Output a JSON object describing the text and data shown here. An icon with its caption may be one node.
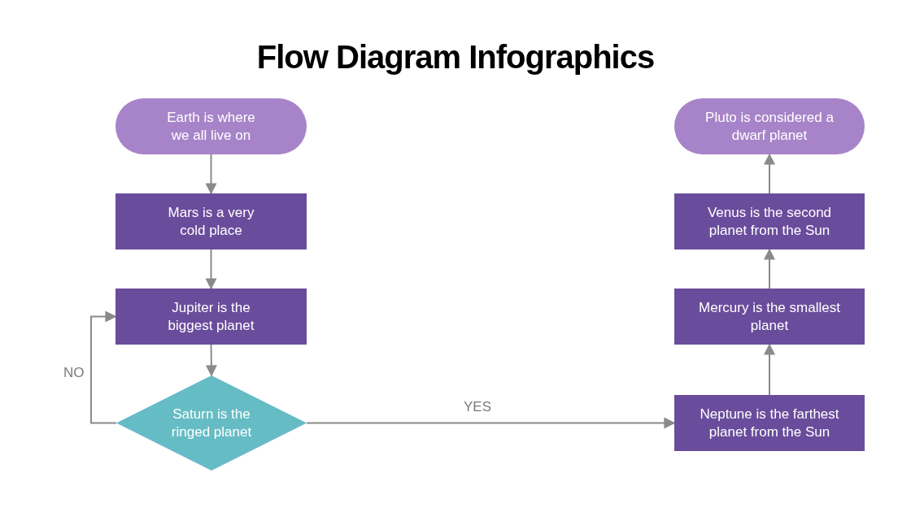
{
  "diagram": {
    "title": "Flow Diagram Infographics",
    "nodes": [
      {
        "text": [
          "Earth is where we all live on"
        ]
      },
      {
        "text": [
          "Mars is a very cold place"
        ]
      },
      {
        "text": [
          "Jupiter is the biggest planet"
        ]
      },
      {
        "text": [
          "Saturn is the ringed planet"
        ]
      },
      {
        "text": [
          "Neptune is the farthest planet from the Sun"
        ]
      },
      {
        "text": [
          "Mercury is the smallest planet"
        ]
      },
      {
        "text": [
          "Venus is the second planet from the Sun"
        ]
      },
      {
        "text": [
          "Pluto is considered a dwarf planet"
        ]
      }
    ],
    "edges": [
      {
        "from": 0,
        "to": 1,
        "arrow": "to"
      },
      {
        "from": 1,
        "to": 2,
        "arrow": "to"
      },
      {
        "from": 2,
        "to": 3,
        "arrow": "to"
      },
      {
        "from": 3,
        "to": 2,
        "arrow": "to",
        "label": "NO"
      },
      {
        "from": 3,
        "to": 4,
        "arrow": "to",
        "label": "YES"
      },
      {
        "from": 4,
        "to": 5,
        "arrow": "to"
      },
      {
        "from": 5,
        "to": 6,
        "arrow": "to"
      },
      {
        "from": 6,
        "to": 7,
        "arrow": "to"
      }
    ]
  }
}
